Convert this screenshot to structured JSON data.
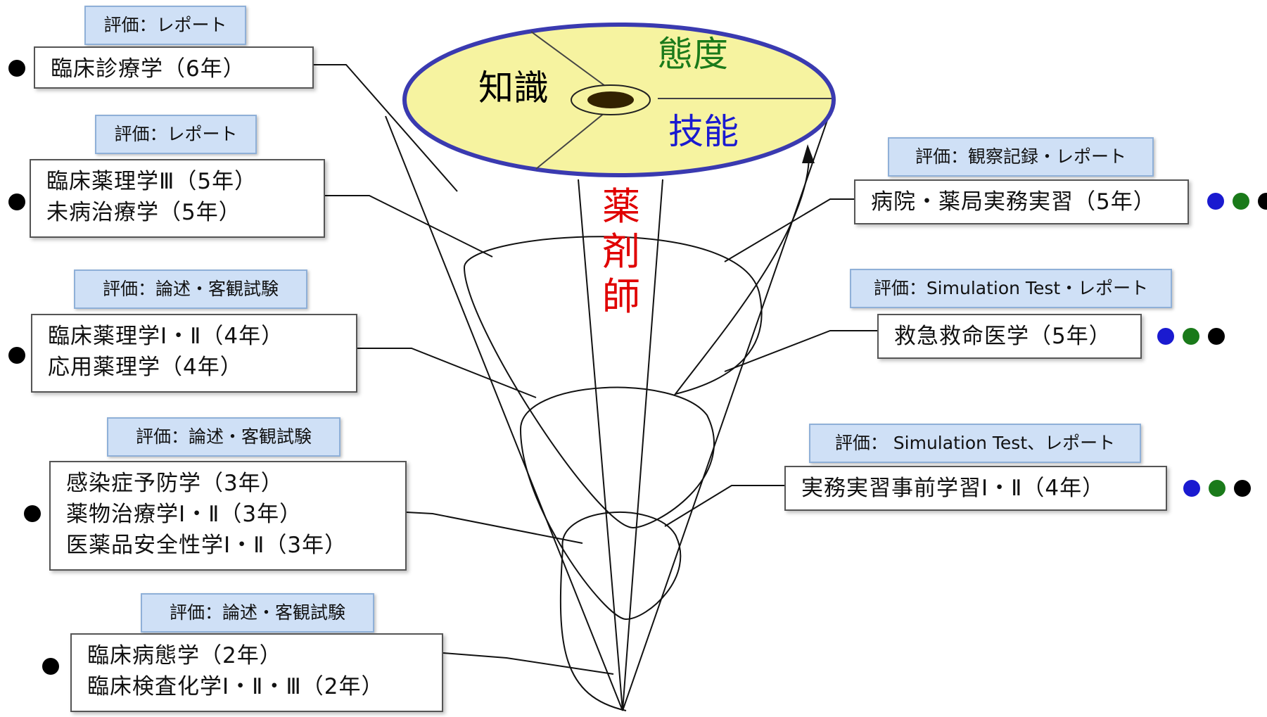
{
  "cone": {
    "knowledge": "知識",
    "attitude": "態度",
    "skills": "技能",
    "pharmacist": [
      "薬",
      "剤",
      "師"
    ],
    "colors": {
      "disk_fill": "#f6f3a0",
      "disk_rim": "#3a3ab0",
      "knowledge": "#000000",
      "attitude": "#1a7a1a",
      "skills": "#1a1ad0",
      "pharmacist": "#e00000"
    }
  },
  "left_courses": [
    {
      "evaluation": "評価：レポート",
      "lines": [
        "臨床診療学（6年）"
      ]
    },
    {
      "evaluation": "評価：レポート",
      "lines": [
        "臨床薬理学Ⅲ（5年）",
        "未病治療学（5年）"
      ]
    },
    {
      "evaluation": "評価：論述・客観試験",
      "lines": [
        "臨床薬理学Ⅰ・Ⅱ（4年）",
        "応用薬理学（4年）"
      ]
    },
    {
      "evaluation": "評価：論述・客観試験",
      "lines": [
        "感染症予防学（3年）",
        "薬物治療学Ⅰ・Ⅱ（3年）",
        "医薬品安全性学Ⅰ・Ⅱ（3年）"
      ]
    },
    {
      "evaluation": "評価：論述・客観試験",
      "lines": [
        "臨床病態学（2年）",
        "臨床検査化学Ⅰ・Ⅱ・Ⅲ（2年）"
      ]
    }
  ],
  "right_courses": [
    {
      "evaluation": "評価：観察記録・レポート",
      "lines": [
        "病院・薬局実務実習（5年）"
      ]
    },
    {
      "evaluation": "評価：Simulation Test・レポート",
      "lines": [
        "救急救命医学（5年）"
      ]
    },
    {
      "evaluation": "評価： Simulation Test、レポート",
      "lines": [
        "実務実習事前学習Ⅰ・Ⅱ（4年）"
      ]
    }
  ],
  "domain_dot_colors": {
    "knowledge": "#000000",
    "attitude": "#1a7a1a",
    "skills": "#1a1ad0"
  }
}
